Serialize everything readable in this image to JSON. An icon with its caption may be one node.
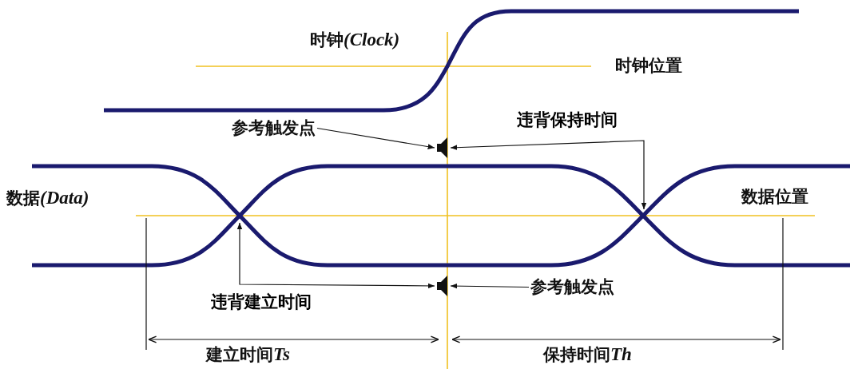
{
  "diagram": {
    "nodes": [
      {
        "text": [
          "参考触发点"
        ]
      },
      {
        "text": [],
        "shape": "marker"
      },
      {
        "text": [],
        "shape": "marker"
      },
      {
        "text": [
          "参考触发点"
        ]
      }
    ],
    "edges": [
      {
        "from": 0,
        "to": 1,
        "arrow": "to"
      },
      {
        "from": null,
        "to": 1,
        "arrow": "both",
        "label": "违背保持时间"
      },
      {
        "from": null,
        "to": 2,
        "arrow": "both",
        "label": "违背建立时间"
      },
      {
        "from": 3,
        "to": 2,
        "arrow": "to"
      }
    ],
    "labels": [
      "时钟(Clock)",
      "时钟位置",
      "数据(Data)",
      "数据位置",
      "建立时间Ts",
      "保持时间Th"
    ]
  }
}
